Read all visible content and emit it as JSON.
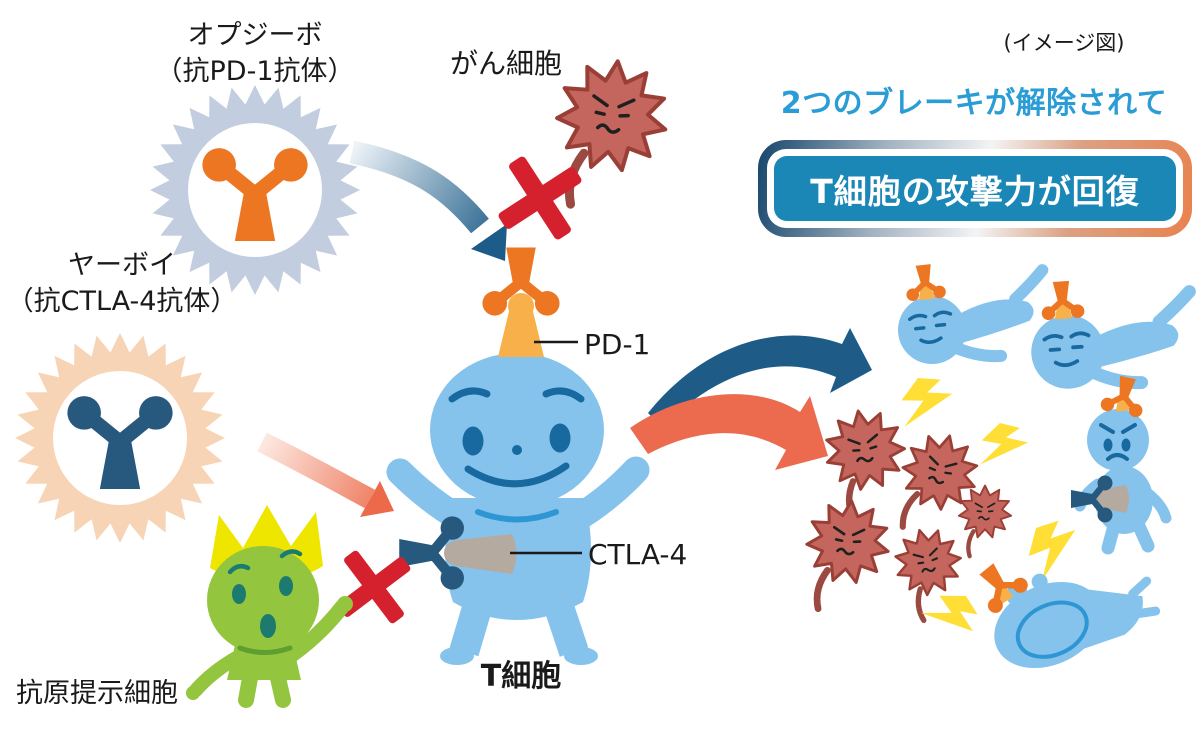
{
  "note": "(イメージ図)",
  "drugs": {
    "opdivo": {
      "name": "オプジーボ",
      "sub": "（抗PD-1抗体）"
    },
    "yervoy": {
      "name": "ヤーボイ",
      "sub": "（抗CTLA-4抗体）"
    }
  },
  "labels": {
    "cancer_cell": "がん細胞",
    "t_cell": "T細胞",
    "antigen_presenting_cell": "抗原提示細胞",
    "pd1": "PD-1",
    "ctla4": "CTLA-4"
  },
  "result": {
    "headline": "2つのブレーキが解除されて",
    "box": "T細胞の攻撃力が回復"
  },
  "colors": {
    "headline_blue": "#2b9dd6",
    "box_fill": "#1b87b7",
    "box_border_left": "#16456c",
    "box_border_right": "#e8824e",
    "t_cell_blue": "#85c3ec",
    "t_cell_features": "#17699f",
    "cancer_red": "#c4665e",
    "cross_red": "#d5202e",
    "opdivo_badge": "#c2cedf",
    "yervoy_badge": "#f7d4b5",
    "antibody_orange": "#ed7623",
    "antibody_navy": "#27587e",
    "pd1_receptor": "#f7b04a",
    "ctla4_receptor": "#b5aa9f",
    "apc_green": "#94c53e",
    "crown_yellow": "#efe600",
    "lightning_yellow": "#ffdf35",
    "attack_arrow_blue": "#1e5c87",
    "attack_arrow_orange": "#ec6a4e"
  }
}
